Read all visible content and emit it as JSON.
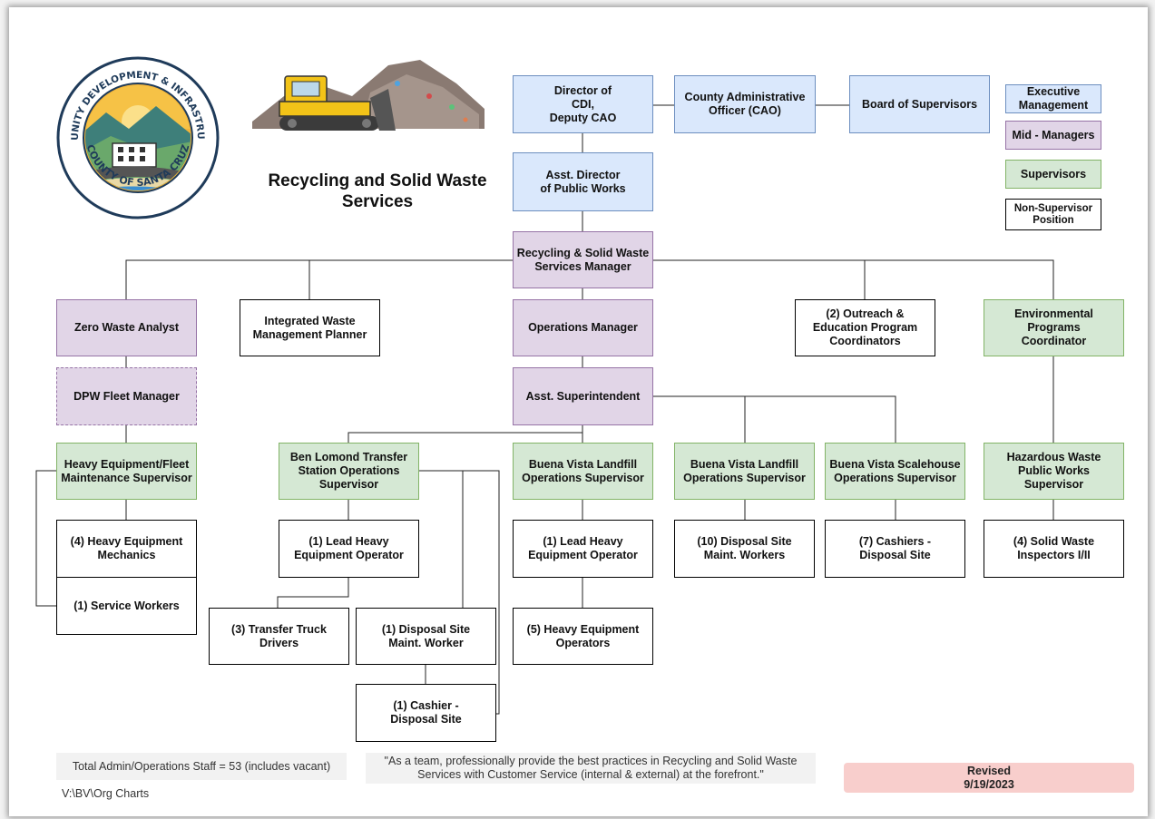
{
  "header": {
    "title": "Recycling and Solid Waste\nServices",
    "logo_text_top": "COMMUNITY DEVELOPMENT & INFRASTRUCTURE",
    "logo_text_bottom": "COUNTY OF SANTA CRUZ"
  },
  "legend": {
    "executive": "Executive\nManagement",
    "mid": "Mid - Managers",
    "supervisors": "Supervisors",
    "non_supervisor": "Non-Supervisor\nPosition"
  },
  "nodes": {
    "director": "Director of\nCDI,\nDeputy CAO",
    "cao": "County Administrative\nOfficer (CAO)",
    "board": "Board of Supervisors",
    "asst_director": "Asst. Director\nof Public Works",
    "rsw_manager": "Recycling & Solid Waste\nServices Manager",
    "zero_waste": "Zero Waste Analyst",
    "iwm_planner": "Integrated Waste\nManagement Planner",
    "ops_manager": "Operations Manager",
    "outreach": "(2) Outreach &\nEducation Program\nCoordinators",
    "env_programs": "Environmental Programs\nCoordinator",
    "fleet_manager": "DPW Fleet Manager",
    "asst_super": "Asst. Superintendent",
    "heavy_fleet_sup": "Heavy Equipment/Fleet\nMaintenance Supervisor",
    "ben_lomond_sup": "Ben Lomond Transfer\nStation Operations\nSupervisor",
    "bv_landfill_sup_1": "Buena Vista Landfill\nOperations Supervisor",
    "bv_landfill_sup_2": "Buena Vista Landfill\nOperations Supervisor",
    "bv_scalehouse_sup": "Buena Vista Scalehouse\nOperations Supervisor",
    "hazwaste_sup": "Hazardous Waste\nPublic Works Supervisor",
    "heavy_mechanics": "(4) Heavy Equipment\nMechanics",
    "service_workers": "(1) Service Workers",
    "bl_lead_operator": "(1) Lead Heavy\nEquipment Operator",
    "truck_drivers": "(3) Transfer Truck\nDrivers",
    "bl_disposal_worker": "(1) Disposal Site\nMaint. Worker",
    "bl_cashier": "(1) Cashier -\nDisposal Site",
    "bv_lead_operator": "(1) Lead Heavy\nEquipment Operator",
    "bv_heavy_operators": "(5) Heavy Equipment\nOperators",
    "bv_disposal_workers": "(10) Disposal Site\nMaint. Workers",
    "cashiers": "(7) Cashiers -\nDisposal Site",
    "inspectors": "(4) Solid Waste\nInspectors I/II"
  },
  "footer": {
    "staff_total": "Total Admin/Operations Staff = 53 (includes vacant)",
    "path": "V:\\BV\\Org Charts",
    "mission": "\"As a team, professionally provide the best practices in Recycling and Solid Waste\nServices with Customer Service (internal & external) at the forefront.\"",
    "revised_label": "Revised",
    "revised_date": "9/19/2023"
  },
  "colors": {
    "executive_fill": "#dae8fc",
    "mid_fill": "#e1d5e7",
    "supervisor_fill": "#d5e8d4",
    "non_supervisor_fill": "#ffffff",
    "revised_fill": "#f8cecc"
  }
}
